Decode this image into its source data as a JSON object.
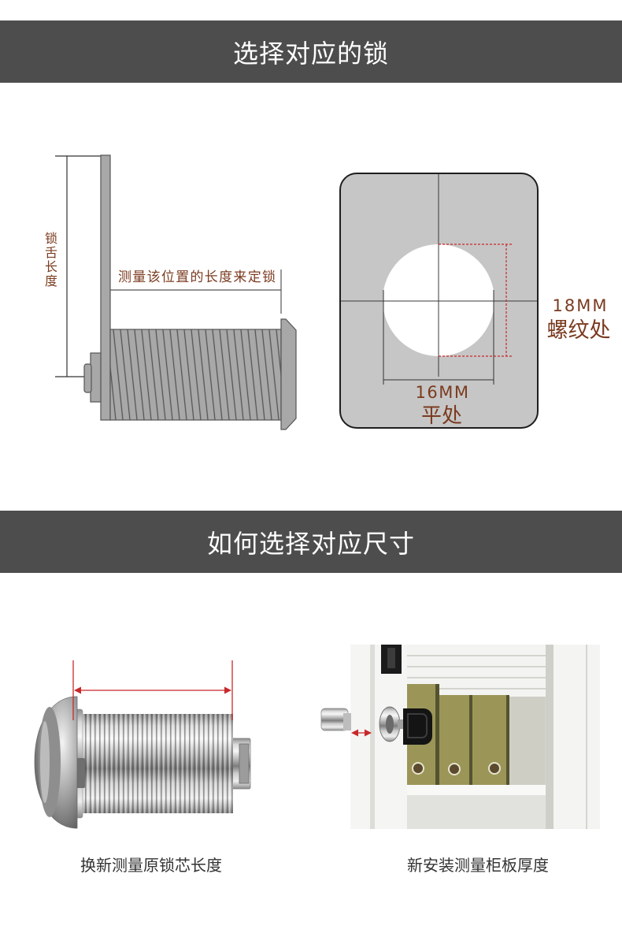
{
  "colors": {
    "header_bg": "#4d4d4d",
    "header_text": "#ffffff",
    "annotation": "#7b3b20",
    "dimension_red": "#c8282a",
    "caption_text": "#333333",
    "binder": "#9b9658"
  },
  "section_1": {
    "header_title": "选择对应的锁",
    "lock_diagram": {
      "tongue_length_label": "锁舌长度",
      "measure_position_label": "测量该位置的长度来定锁"
    },
    "hole_template": {
      "thread_size": "18MM",
      "thread_label": "螺纹处",
      "flat_size": "16MM",
      "flat_label": "平处"
    }
  },
  "section_2": {
    "header_title": "如何选择对应尺寸",
    "captions": [
      "换新测量原锁芯长度",
      "新安装测量柜板厚度"
    ]
  }
}
